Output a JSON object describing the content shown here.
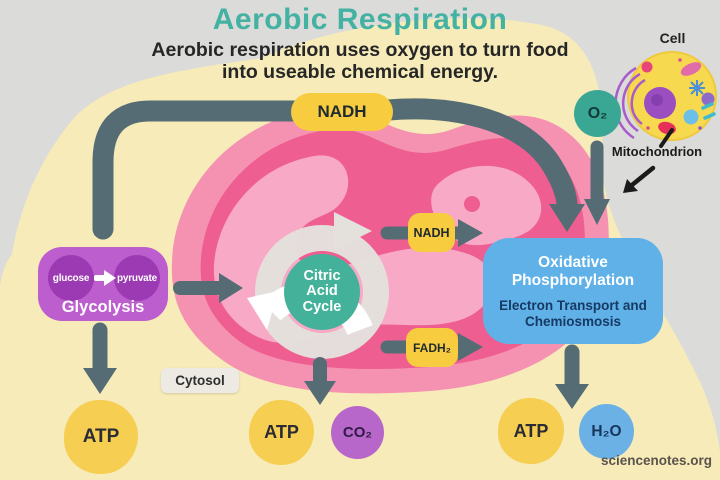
{
  "header": {
    "title": "Aerobic Respiration",
    "subtitle_line1": "Aerobic respiration uses oxygen to turn food",
    "subtitle_line2": "into useable chemical energy."
  },
  "cell_inset": {
    "cell_label": "Cell",
    "mitochondrion_label": "Mitochondrion"
  },
  "molecules": {
    "nadh_top": "NADH",
    "o2": "O₂",
    "nadh_inner": "NADH",
    "fadh2": "FADH₂"
  },
  "glycolysis": {
    "label": "Glycolysis",
    "input": "glucose",
    "output": "pyruvate"
  },
  "citric_acid_cycle": {
    "line1": "Citric",
    "line2": "Acid",
    "line3": "Cycle"
  },
  "oxidative_phosphorylation": {
    "title": "Oxidative Phosphorylation",
    "subtitle": "Electron Transport and Chemiosmosis"
  },
  "compartment": {
    "cytosol_label": "Cytosol"
  },
  "products": {
    "glycolysis_atp": "ATP",
    "citric_atp": "ATP",
    "citric_co2": "CO₂",
    "oxphos_atp": "ATP",
    "oxphos_h2o": "H₂O"
  },
  "footer": {
    "credit": "sciencenotes.org"
  },
  "colors": {
    "background_gray": "#DBDBD9",
    "backdrop_cream": "#F6EBB9",
    "mitochondrion_outer": "#F591B1",
    "mitochondrion_inner": "#EE5E90",
    "cristae_light": "#F8A9C5",
    "arrow_slate": "#556C74",
    "molecule_yellow": "#F7CC3F",
    "atp_yellow": "#F5CE52",
    "citric_teal": "#44B29A",
    "o2_teal": "#39A794",
    "title_teal": "#44B2A3",
    "glycolysis_purple": "#BD5ECE",
    "glycolysis_dark_purple": "#9C3AB3",
    "co2_purple": "#B767C9",
    "oxphos_blue": "#60B1E8",
    "h2o_blue": "#6BB1E5"
  }
}
